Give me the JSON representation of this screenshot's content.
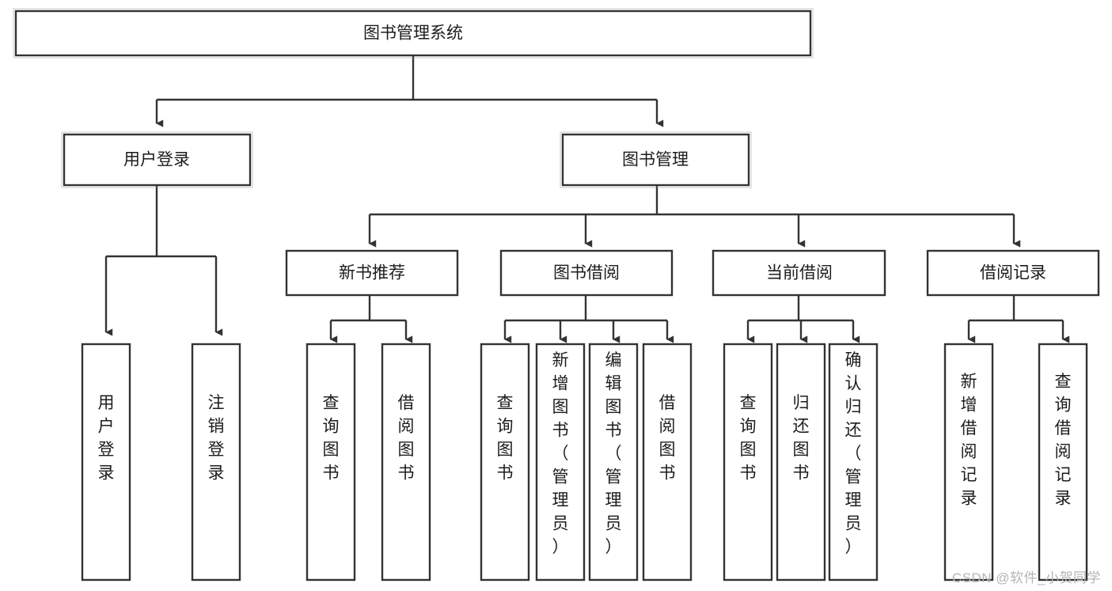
{
  "diagram": {
    "type": "tree",
    "title": "图书管理系统",
    "watermark": "CSDN @软件_小贺同学",
    "root": {
      "id": "root",
      "label": "图书管理系统",
      "orientation": "horizontal"
    },
    "level2": [
      {
        "id": "user-login",
        "label": "用户登录",
        "orientation": "horizontal"
      },
      {
        "id": "book-manage",
        "label": "图书管理",
        "orientation": "horizontal"
      }
    ],
    "level3": [
      {
        "id": "new-book-recommend",
        "label": "新书推荐",
        "orientation": "horizontal",
        "parent": "book-manage"
      },
      {
        "id": "book-borrow",
        "label": "图书借阅",
        "orientation": "horizontal",
        "parent": "book-manage"
      },
      {
        "id": "current-borrow",
        "label": "当前借阅",
        "orientation": "horizontal",
        "parent": "book-manage"
      },
      {
        "id": "borrow-record",
        "label": "借阅记录",
        "orientation": "horizontal",
        "parent": "book-manage"
      }
    ],
    "leaves": [
      {
        "id": "leaf-user-login",
        "label": "用户登录",
        "orientation": "vertical",
        "parent": "user-login"
      },
      {
        "id": "leaf-user-logout",
        "label": "注销登录",
        "orientation": "vertical",
        "parent": "user-login"
      },
      {
        "id": "leaf-query-book-1",
        "label": "查询图书",
        "orientation": "vertical",
        "parent": "new-book-recommend"
      },
      {
        "id": "leaf-borrow-book-1",
        "label": "借阅图书",
        "orientation": "vertical",
        "parent": "new-book-recommend"
      },
      {
        "id": "leaf-query-book-2",
        "label": "查询图书",
        "orientation": "vertical",
        "parent": "book-borrow"
      },
      {
        "id": "leaf-add-book",
        "label": "新增图书（管理员）",
        "orientation": "vertical",
        "parent": "book-borrow"
      },
      {
        "id": "leaf-edit-book",
        "label": "编辑图书（管理员）",
        "orientation": "vertical",
        "parent": "book-borrow"
      },
      {
        "id": "leaf-borrow-book-2",
        "label": "借阅图书",
        "orientation": "vertical",
        "parent": "book-borrow"
      },
      {
        "id": "leaf-query-book-3",
        "label": "查询图书",
        "orientation": "vertical",
        "parent": "current-borrow"
      },
      {
        "id": "leaf-return-book",
        "label": "归还图书",
        "orientation": "vertical",
        "parent": "current-borrow"
      },
      {
        "id": "leaf-confirm-return",
        "label": "确认归还（管理员）",
        "orientation": "vertical",
        "parent": "current-borrow"
      },
      {
        "id": "leaf-add-record",
        "label": "新增借阅记录",
        "orientation": "vertical",
        "parent": "borrow-record"
      },
      {
        "id": "leaf-query-record",
        "label": "查询借阅记录",
        "orientation": "vertical",
        "parent": "borrow-record"
      }
    ],
    "colors": {
      "box_stroke": "#333333",
      "box_fill": "#ffffff",
      "edge": "#333333",
      "text": "#1c1c1c",
      "background": "#ffffff",
      "watermark": "#b4b4b4"
    }
  }
}
